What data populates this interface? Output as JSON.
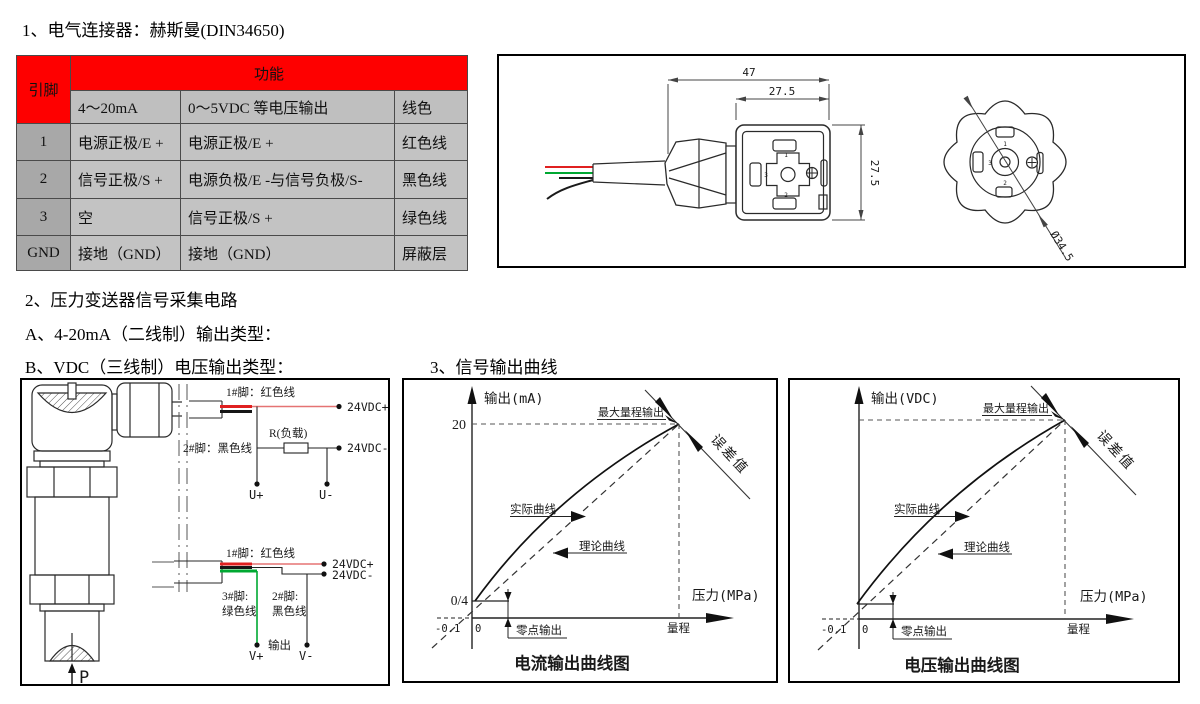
{
  "section1": {
    "heading": "1、电气连接器：赫斯曼(DIN34650)"
  },
  "pin_table": {
    "pin_header": "引脚",
    "function_header": "功能",
    "columns": {
      "ma": "4～20mA",
      "vdc": "0～5VDC 等电压输出",
      "color": "线色"
    },
    "rows": [
      {
        "pin": "1",
        "ma": "电源正极/E +",
        "vdc": "电源正极/E +",
        "color": "红色线"
      },
      {
        "pin": "2",
        "ma": "信号正极/S +",
        "vdc": "电源负极/E -与信号负极/S-",
        "color": "黑色线"
      },
      {
        "pin": "3",
        "ma": "空",
        "vdc": "信号正极/S +",
        "color": "绿色线"
      },
      {
        "pin": "GND",
        "ma": "接地（GND）",
        "vdc": "接地（GND）",
        "color": "屏蔽层"
      }
    ],
    "header_color": "#fe0000"
  },
  "connector_drawing": {
    "dim_width_total": "47",
    "dim_width_head": "27.5",
    "dim_height": "27.5",
    "dim_diameter": "Ø34.5",
    "pin_marks": {
      "p1": "1",
      "p2": "2",
      "p3": "3"
    }
  },
  "section2": {
    "heading": "2、压力变送器信号采集电路",
    "item_a": "A、4-20mA（二线制）输出类型：",
    "item_b": "B、VDC（三线制）电压输出类型："
  },
  "section3": {
    "heading": "3、信号输出曲线"
  },
  "wiring": {
    "top_circuit": {
      "pin1": "1#脚：红色线",
      "pin2": "2#脚：黑色线",
      "load": "R(负载)",
      "supply_plus": "24VDC+",
      "supply_minus": "24VDC-",
      "u_plus": "U+",
      "u_minus": "U-"
    },
    "bottom_circuit": {
      "pin1": "1#脚：红色线",
      "pin3_line1": "3#脚:",
      "pin3_line2": "绿色线",
      "pin2_line1": "2#脚:",
      "pin2_line2": "黑色线",
      "supply_plus": "24VDC+",
      "supply_minus": "24VDC-",
      "output": "输出",
      "v_plus": "V+",
      "v_minus": "V-"
    },
    "pressure": "P",
    "wire_colors": {
      "red": "#e02020",
      "green": "#00a832",
      "black": "#1a1a1a"
    }
  },
  "chart_data": [
    {
      "type": "line",
      "title": "电流输出曲线图",
      "ylabel": "输出(mA)",
      "xlabel": "压力(MPa)",
      "y_max_tick": "20",
      "origin_tick": "0/4",
      "x_ticks": [
        "-0.1",
        "0",
        "量程"
      ],
      "series": [
        {
          "name": "实际曲线",
          "style": "solid",
          "from": [
            "0",
            "0/4"
          ],
          "to": [
            "量程",
            "20"
          ]
        },
        {
          "name": "理论曲线",
          "style": "dashed",
          "from": [
            "-0.1",
            "below-zero"
          ],
          "to": [
            "量程",
            "20"
          ]
        }
      ],
      "annotations": {
        "max_output": "最大量程输出",
        "error": "误差值",
        "actual": "实际曲线",
        "theoretical": "理论曲线",
        "zero_output": "零点输出"
      }
    },
    {
      "type": "line",
      "title": "电压输出曲线图",
      "ylabel": "输出(VDC)",
      "xlabel": "压力(MPa)",
      "y_max_tick": "",
      "origin_tick": "",
      "x_ticks": [
        "-0.1",
        "0",
        "量程"
      ],
      "series": [
        {
          "name": "实际曲线",
          "style": "solid",
          "from": [
            "0",
            "zero-output"
          ],
          "to": [
            "量程",
            "max"
          ]
        },
        {
          "name": "理论曲线",
          "style": "dashed",
          "from": [
            "-0.1",
            "below-zero"
          ],
          "to": [
            "量程",
            "max"
          ]
        }
      ],
      "annotations": {
        "max_output": "最大量程输出",
        "error": "误差值",
        "actual": "实际曲线",
        "theoretical": "理论曲线",
        "zero_output": "零点输出"
      }
    }
  ]
}
